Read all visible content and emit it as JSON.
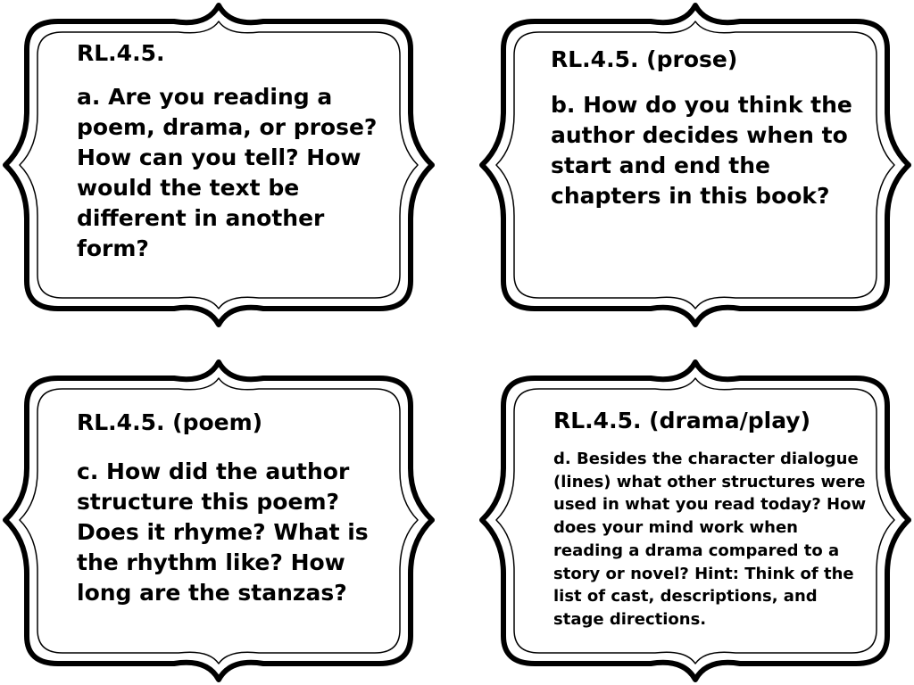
{
  "cards": [
    {
      "heading": "RL.4.5.",
      "body": "a. Are you reading a poem, drama, or prose? How can you tell? How would the text be different in another form?"
    },
    {
      "heading": "RL.4.5. (prose)",
      "body": "b. How do you think the author decides when to start and end the chapters in this book?"
    },
    {
      "heading": "RL.4.5. (poem)",
      "body": "c. How did the author structure this poem? Does it rhyme? What is the rhythm like? How long are the stanzas?"
    },
    {
      "heading": "RL.4.5. (drama/play)",
      "body": "d. Besides the character dialogue (lines) what other structures were used in what you read today? How does your mind work when reading a drama compared to a story or novel? Hint: Think of the list of cast, descriptions, and stage directions."
    }
  ]
}
